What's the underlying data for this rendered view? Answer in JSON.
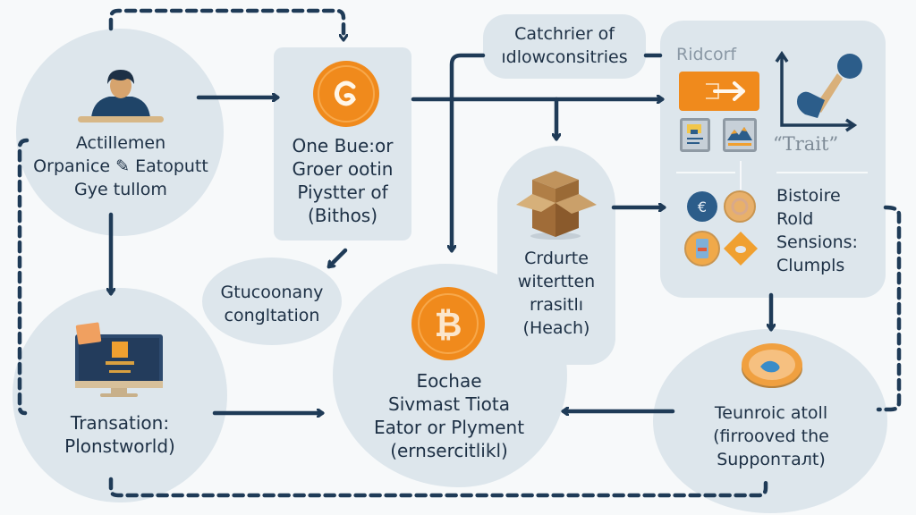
{
  "colors": {
    "background": "#f7f9fa",
    "node_fill": "#dde6ec",
    "connector": "#1f3b57",
    "text": "#1d3045",
    "accent_orange": "#f08a1c",
    "accent_blue": "#2c5d8a",
    "accent_tan": "#d9b07a"
  },
  "nodes": {
    "user": {
      "icon": "person-at-desk-icon",
      "lines": [
        "Actillemen",
        "Orpanice ✎ Eatoputt",
        "Gye tullom"
      ]
    },
    "coin_box": {
      "icon": "orange-coin-icon",
      "lines": [
        "One Bue:or",
        "Groer ootin",
        "Piystter of",
        "(Bithos)"
      ]
    },
    "catchrier": {
      "lines": [
        "Catchrier of",
        "ıdlowconsitries"
      ]
    },
    "ridcorf": {
      "title": "Ridcorf",
      "caption": "“Trait”",
      "icons": [
        "orange-arrow-button-icon",
        "document-icon",
        "mountain-chart-icon",
        "chart-axis-arrow-icon"
      ]
    },
    "bistoire": {
      "icons": [
        "blue-coin-icon",
        "tan-coin-icon",
        "phone-coin-icon",
        "diamond-icon"
      ],
      "lines": [
        "Bistoire",
        "Rold",
        "Sensions:",
        "Clumpls"
      ]
    },
    "package": {
      "icon": "open-box-icon",
      "lines": [
        "Crdurte",
        "witertten",
        "rrasitlı",
        "(Heach)"
      ]
    },
    "congestion": {
      "lines": [
        "Gtucoonany",
        "congltation"
      ]
    },
    "bitcoin_payment": {
      "icon": "bitcoin-icon",
      "lines": [
        "Eochae",
        "Sivmast Tiota",
        "Eator or Plyment",
        "(ernsercitlikl)"
      ]
    },
    "transaction": {
      "icon": "computer-monitor-icon",
      "lines": [
        "Transation:",
        "Plonstworld)"
      ]
    },
    "atoll": {
      "icon": "bowl-coin-icon",
      "lines": [
        "Teunroic atoll",
        "(firrooved the",
        "Supponталt)"
      ]
    }
  }
}
